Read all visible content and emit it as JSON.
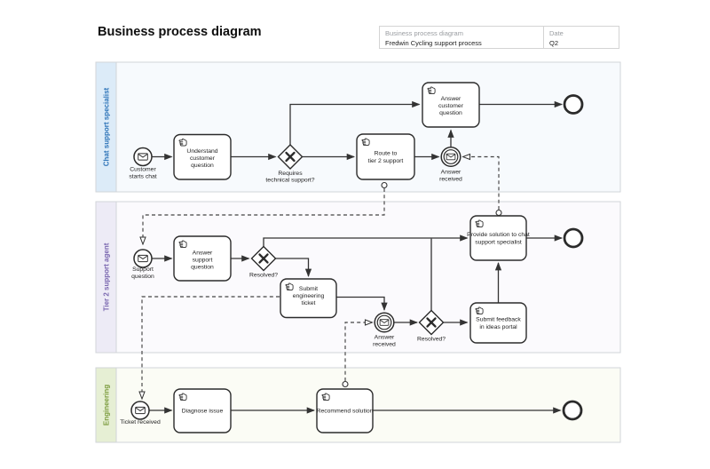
{
  "title": "Business process diagram",
  "info_table": {
    "name_label": "Business process diagram",
    "name_value": "Fredwin Cycling support process",
    "date_label": "Date",
    "date_value": "Q2"
  },
  "lanes": [
    {
      "label": "Chat support specialist",
      "color": "#2e74b8",
      "bg": "#dcebf8",
      "body": "#f7fafd"
    },
    {
      "label": "Tier 2 support agent",
      "color": "#7b68b0",
      "bg": "#edebf6",
      "body": "#fbfafd"
    },
    {
      "label": "Engineering",
      "color": "#7d9d40",
      "bg": "#e6efd4",
      "body": "#fbfcf5"
    }
  ],
  "nodes": {
    "customer_starts_chat": {
      "type": "message start event",
      "label": [
        "Customer",
        "starts chat"
      ]
    },
    "understand_customer_question": {
      "type": "manual task",
      "label": [
        "Understand",
        "customer",
        "question"
      ]
    },
    "requires_technical_support": {
      "type": "exclusive gateway",
      "label": [
        "Requires",
        "technical support?"
      ]
    },
    "route_to_tier_2_support": {
      "type": "manual task",
      "label": [
        "Route to",
        "tier 2 support"
      ]
    },
    "answer_customer_question": {
      "type": "manual task",
      "label": [
        "Answer",
        "customer",
        "question"
      ]
    },
    "answer_received_chat": {
      "type": "message intermediate event",
      "label": [
        "Answer",
        "received"
      ]
    },
    "support_question": {
      "type": "message start event",
      "label": [
        "Support",
        "question"
      ]
    },
    "answer_support_question": {
      "type": "manual task",
      "label": [
        "Answer",
        "support",
        "question"
      ]
    },
    "resolved_first": {
      "type": "exclusive gateway",
      "label": [
        "Resolved?"
      ]
    },
    "submit_engineering_ticket": {
      "type": "manual task",
      "label": [
        "Submit",
        "engineering",
        "ticket"
      ]
    },
    "answer_received_tier2": {
      "type": "message intermediate event",
      "label": [
        "Answer",
        "received"
      ]
    },
    "resolved_second": {
      "type": "exclusive gateway",
      "label": [
        "Resolved?"
      ]
    },
    "submit_feedback_ideas_portal": {
      "type": "manual task",
      "label": [
        "Submit feedback",
        "in ideas portal"
      ]
    },
    "provide_solution_chat": {
      "type": "manual task",
      "label": [
        "Provide solution to chat",
        "support specialist"
      ]
    },
    "ticket_received": {
      "type": "message start event",
      "label": [
        "Ticket received"
      ]
    },
    "diagnose_issue": {
      "type": "manual task",
      "label": [
        "Diagnose issue"
      ]
    },
    "recommend_solution": {
      "type": "manual task",
      "label": [
        "Recommend solution"
      ]
    }
  }
}
